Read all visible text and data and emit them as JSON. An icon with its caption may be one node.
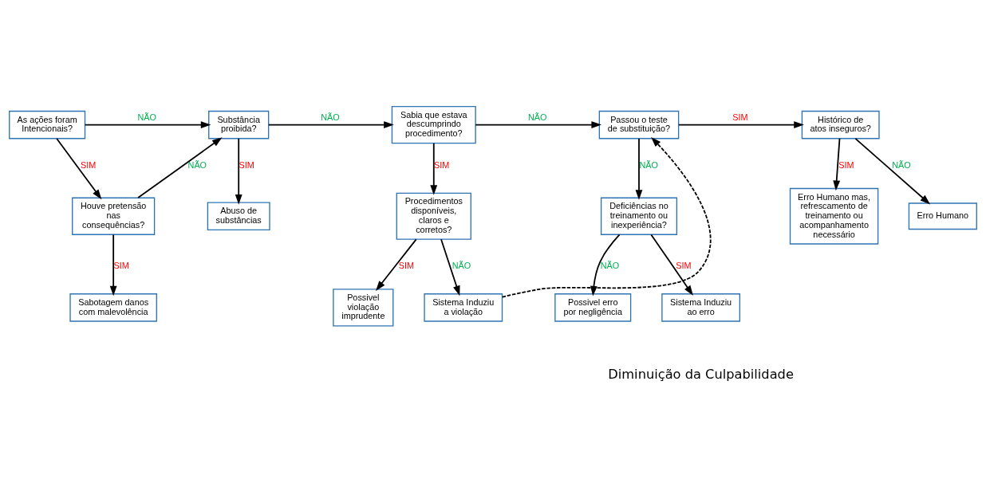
{
  "diagram": {
    "nodes": [
      {
        "text": [
          "As ações foram Intencionais?"
        ]
      },
      {
        "text": [
          "Substância proibida?"
        ]
      },
      {
        "text": [
          "Sabia que estava descumprindo procedimento?"
        ]
      },
      {
        "text": [
          "Passou o teste de substituição?"
        ]
      },
      {
        "text": [
          "Histórico de atos inseguros?"
        ]
      },
      {
        "text": [
          "Houve pretensão nas consequências?"
        ]
      },
      {
        "text": [
          "Abuso de substâncias"
        ]
      },
      {
        "text": [
          "Procedimentos disponíveis, claros e corretos?"
        ]
      },
      {
        "text": [
          "Deficiências no treinamento ou inexperiência?"
        ]
      },
      {
        "text": [
          "Erro Humano mas, refrescamento de treinamento ou acompanhamento necessário"
        ]
      },
      {
        "text": [
          "Erro Humano"
        ]
      },
      {
        "text": [
          "Sabotagem danos com malevolência"
        ]
      },
      {
        "text": [
          "Possivel violação imprudente"
        ]
      },
      {
        "text": [
          "Sistema Induziu a violação"
        ]
      },
      {
        "text": [
          "Possivel erro por negligência"
        ]
      },
      {
        "text": [
          "Sistema Induziu ao erro"
        ]
      }
    ],
    "edges": [
      {
        "from": 0,
        "to": 1,
        "arrow": "to",
        "label": "NÃO"
      },
      {
        "from": 0,
        "to": 5,
        "arrow": "to",
        "label": "SIM"
      },
      {
        "from": 1,
        "to": 2,
        "arrow": "to",
        "label": "NÃO"
      },
      {
        "from": 1,
        "to": 6,
        "arrow": "to",
        "label": "SIM"
      },
      {
        "from": 2,
        "to": 3,
        "arrow": "to",
        "label": "NÃO"
      },
      {
        "from": 2,
        "to": 7,
        "arrow": "to",
        "label": "SIM"
      },
      {
        "from": 3,
        "to": 4,
        "arrow": "to",
        "label": "SIM"
      },
      {
        "from": 3,
        "to": 8,
        "arrow": "to",
        "label": "NÃO"
      },
      {
        "from": 4,
        "to": 9,
        "arrow": "to",
        "label": "SIM"
      },
      {
        "from": 4,
        "to": 10,
        "arrow": "to",
        "label": "NÃO"
      },
      {
        "from": 5,
        "to": 1,
        "arrow": "to",
        "label": "NÃO"
      },
      {
        "from": 5,
        "to": 11,
        "arrow": "to",
        "label": "SIM"
      },
      {
        "from": 7,
        "to": 12,
        "arrow": "to",
        "label": "SIM"
      },
      {
        "from": 7,
        "to": 13,
        "arrow": "to",
        "label": "NÃO"
      },
      {
        "from": 8,
        "to": 14,
        "arrow": "to",
        "label": "NÃO"
      },
      {
        "from": 8,
        "to": 15,
        "arrow": "to",
        "label": "SIM"
      },
      {
        "from": 13,
        "to": 3,
        "arrow": "to",
        "style": "dashed"
      }
    ],
    "labels": [
      "Diminuição da Culpabilidade"
    ]
  }
}
